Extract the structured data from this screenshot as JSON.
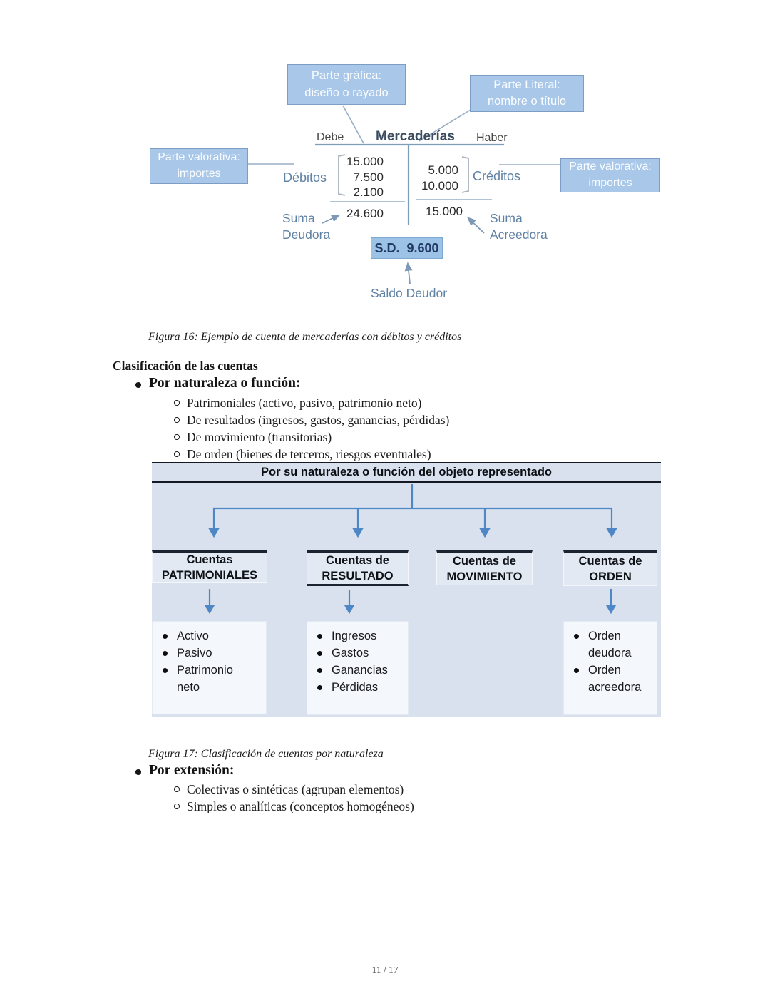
{
  "colors": {
    "callout_fill": "#a9c7e9",
    "callout_border": "#7d9ec4",
    "saldo_box_fill": "#9cc2e5",
    "saldo_text_navy": "#1f3864",
    "slate_label": "#5f81a4",
    "panel_fill": "#d8e1ed",
    "tree_arrow_blue": "#4f86c6"
  },
  "figure16": {
    "callout_grafica": "Parte gráfica:\ndiseño o rayado",
    "callout_literal": "Parte Literal:\nnombre o título",
    "callout_valorativa": "Parte valorativa:\nimportes",
    "taccount": {
      "debe": "Debe",
      "title": "Mercaderías",
      "haber": "Haber",
      "debitos_label": "Débitos",
      "creditos_label": "Créditos",
      "debit_entries": [
        "15.000",
        "7.500",
        "2.100"
      ],
      "credit_entries": [
        "5.000",
        "10.000"
      ],
      "debit_total": "24.600",
      "credit_total": "15.000",
      "suma_deudora": "Suma\nDeudora",
      "suma_acreedora": "Suma\nAcreedora",
      "saldo_box": "S.D.  9.600",
      "saldo_label": "Saldo Deudor"
    },
    "caption": "Figura 16: Ejemplo de cuenta de mercaderías con débitos y créditos"
  },
  "content": {
    "heading": "Clasificación de las cuentas",
    "bullet_naturaleza": "Por naturaleza o función:",
    "naturaleza_items": [
      "Patrimoniales (activo, pasivo, patrimonio neto)",
      "De resultados (ingresos, gastos, ganancias, pérdidas)",
      "De movimiento (transitorias)",
      "De orden (bienes de terceros, riesgos eventuales)"
    ],
    "bullet_extension": "Por extensión:",
    "extension_items": [
      "Colectivas o sintéticas (agrupan elementos)",
      "Simples o analíticas (conceptos homogéneos)"
    ]
  },
  "figure17": {
    "title": "Por su naturaleza o función del objeto representado",
    "caption": "Figura 17: Clasificación de cuentas por naturaleza",
    "columns": [
      {
        "header": "Cuentas\nPATRIMONIALES",
        "items": [
          "Activo",
          "Pasivo",
          "Patrimonio neto"
        ]
      },
      {
        "header": "Cuentas de\nRESULTADO",
        "items": [
          "Ingresos",
          "Gastos",
          "Ganancias",
          "Pérdidas"
        ]
      },
      {
        "header": "Cuentas de\nMOVIMIENTO",
        "items": []
      },
      {
        "header": "Cuentas de\nORDEN",
        "items": [
          "Orden deudora",
          "Orden acreedora"
        ]
      }
    ]
  },
  "footer": {
    "page_indicator": "11 / 17"
  }
}
